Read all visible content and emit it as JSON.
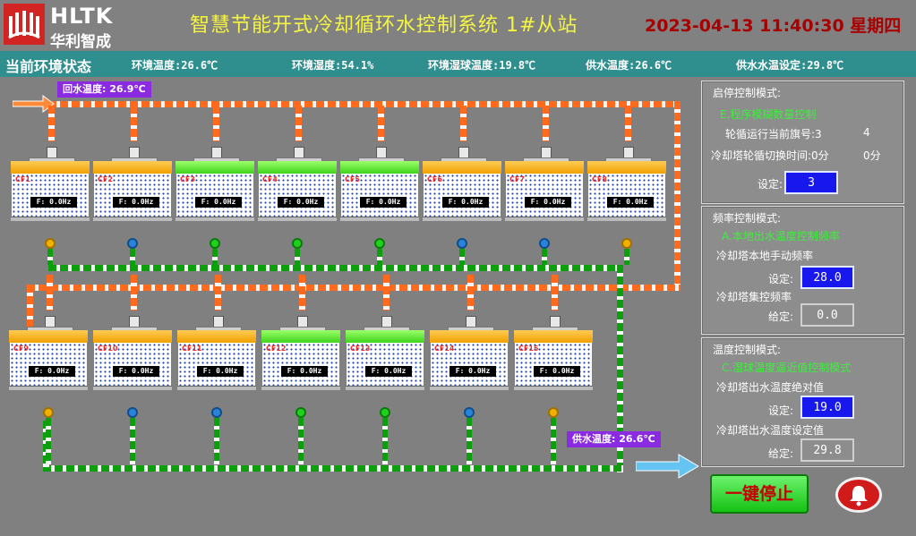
{
  "header": {
    "logo_en": "HLTK",
    "logo_cn": "华利智成",
    "title": "智慧节能开式冷却循环水控制系统  1#从站",
    "datetime": "2023-04-13 11:40:30  星期四"
  },
  "environment": {
    "title": "当前环境状态",
    "ambient_temp": "环境温度:26.6℃",
    "ambient_humidity": "环境湿度:54.1%",
    "wet_bulb_temp": "环境湿球温度:19.8℃",
    "supply_temp": "供水温度:26.6℃",
    "supply_setpoint": "供水水温设定:29.8℃"
  },
  "return_tag": "回水温度:  26.9℃",
  "supply_tag": "供水温度:  26.6℃",
  "towers": [
    {
      "name": "CF1",
      "freq": "F: 0.0Hz",
      "state": "orange",
      "pump": "y"
    },
    {
      "name": "CF2",
      "freq": "F: 0.0Hz",
      "state": "orange",
      "pump": "b"
    },
    {
      "name": "CF3",
      "freq": "F: 0.0Hz",
      "state": "green",
      "pump": "g"
    },
    {
      "name": "CF4",
      "freq": "F: 0.0Hz",
      "state": "green",
      "pump": "g"
    },
    {
      "name": "CF5",
      "freq": "F: 0.0Hz",
      "state": "green",
      "pump": "g"
    },
    {
      "name": "CF6",
      "freq": "F: 0.0Hz",
      "state": "orange",
      "pump": "b"
    },
    {
      "name": "CF7",
      "freq": "F: 0.0Hz",
      "state": "orange",
      "pump": "b"
    },
    {
      "name": "CF8",
      "freq": "F: 0.0Hz",
      "state": "orange",
      "pump": "y"
    },
    {
      "name": "CF9",
      "freq": "F: 0.0Hz",
      "state": "orange",
      "pump": "y"
    },
    {
      "name": "CF10",
      "freq": "F: 0.0Hz",
      "state": "orange",
      "pump": "b"
    },
    {
      "name": "CF11",
      "freq": "F: 0.0Hz",
      "state": "orange",
      "pump": "b"
    },
    {
      "name": "CF12",
      "freq": "F: 0.0Hz",
      "state": "green",
      "pump": "g"
    },
    {
      "name": "CF13",
      "freq": "F: 0.0Hz",
      "state": "green",
      "pump": "g"
    },
    {
      "name": "CF14",
      "freq": "F: 0.0Hz",
      "state": "orange",
      "pump": "b"
    },
    {
      "name": "CF15",
      "freq": "F: 0.0Hz",
      "state": "orange",
      "pump": "y"
    }
  ],
  "panel_startstop": {
    "title": "启停控制模式:",
    "mode": "E.程序模糊数量控制",
    "rotation_label": "轮循运行当前旗号:3",
    "rotation_value": "4",
    "switch_label": "冷却塔轮循切换时间:0分",
    "switch_value": "0分",
    "set_label": "设定:",
    "set_value": "3"
  },
  "panel_frequency": {
    "title": "频率控制模式:",
    "mode": "A.本地出水温度控制频率",
    "manual_label": "冷却塔本地手动频率",
    "set_label": "设定:",
    "set_value": "28.0",
    "central_label": "冷却塔集控频率",
    "give_label": "给定:",
    "give_value": "0.0"
  },
  "panel_temperature": {
    "title": "温度控制模式:",
    "mode": "C.湿球温度逼近值控制模式",
    "abs_label": "冷却塔出水温度绝对值",
    "set_label": "设定:",
    "set_value": "19.0",
    "setpoint_label": "冷却塔出水温度设定值",
    "give_label": "给定:",
    "give_value": "29.8"
  },
  "estop_label": "一键停止",
  "colors": {
    "env_bar": "#2f8f8f",
    "title": "#f5f542",
    "datetime": "#a80000",
    "mode_text": "#3bf03b",
    "input_box": "#1818ee"
  }
}
